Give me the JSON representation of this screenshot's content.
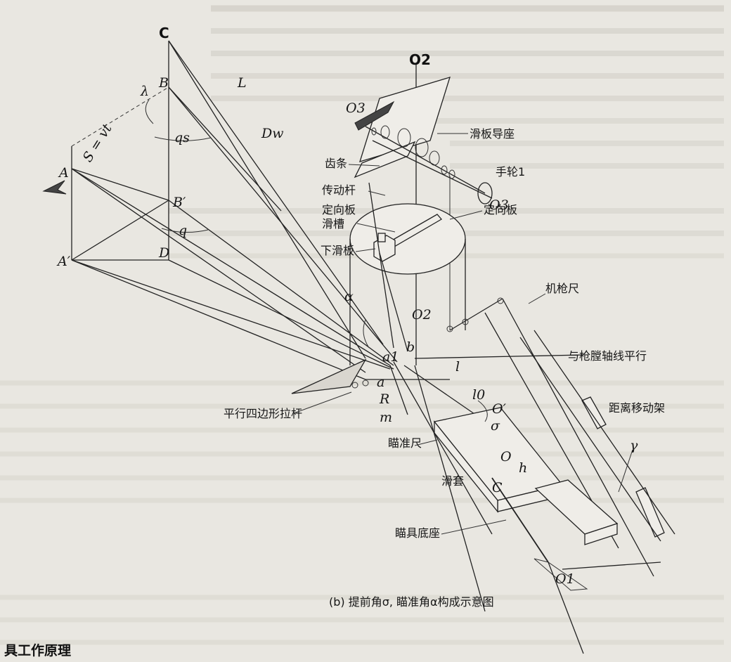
{
  "caption": "(b) 提前角σ, 瞄准角α构成示意图",
  "footer_heading": "具工作原理",
  "point_labels": {
    "C": "C",
    "B": "B",
    "A": "A",
    "B_prime": "B′",
    "A_prime": "A′",
    "lambda": "λ",
    "L": "L",
    "Dw": "Dw",
    "S_eq": "S = vt",
    "qs": "qs",
    "q": "q",
    "D": "D",
    "alpha": "α",
    "O2_top": "O2",
    "O3_left": "O3",
    "O3_right": "O3",
    "O2_mid": "O2",
    "b": "b",
    "a1": "a1",
    "a": "a",
    "R": "R",
    "l": "l",
    "l0": "l0",
    "O_prime": "O′",
    "sigma": "σ",
    "m": "m",
    "O": "O",
    "h": "h",
    "C_lower": "C",
    "gamma": "γ",
    "O1": "O1"
  },
  "component_labels": {
    "slide_guide": "滑板导座",
    "rack": "齿条",
    "handwheel": "手轮1",
    "drive_rod": "传动杆",
    "orient_slot": "定向板\n滑槽",
    "orient_plate": "定向板",
    "lower_slide": "下滑板",
    "gun_ruler": "机枪尺",
    "parallel_bore": "与枪膛轴线平行",
    "parallelogram_rod": "平行四边形拉杆",
    "distance_frame": "距离移动架",
    "aim_ruler": "瞄准尺",
    "sleeve": "滑套",
    "sight_base": "瞄具底座"
  }
}
